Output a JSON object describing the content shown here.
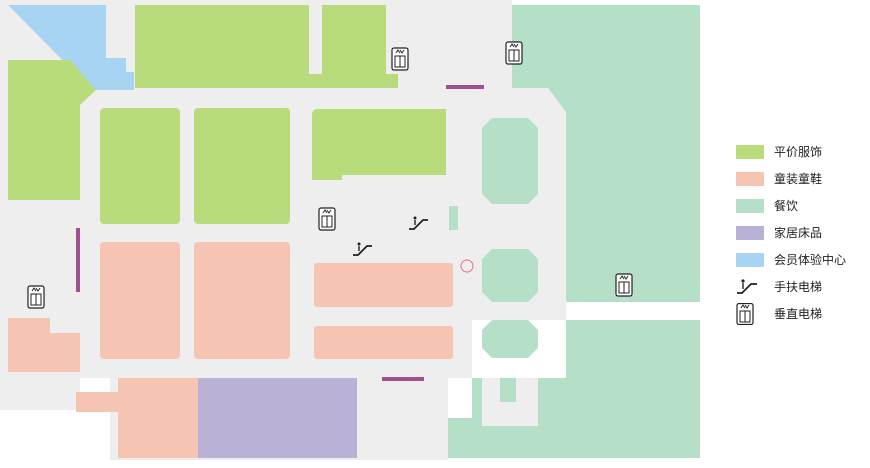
{
  "colors": {
    "clothing": "#b8dc7c",
    "kids": "#f5c4b2",
    "dining": "#b5dfc7",
    "home": "#b9b2d6",
    "member": "#a6d4f2",
    "walkway": "#eeeeee",
    "door": "#a0508c",
    "icon": "#222222"
  },
  "legend": {
    "items": [
      {
        "label": "平价服饰",
        "icon": "swatch",
        "color": "#b8dc7c"
      },
      {
        "label": "童装童鞋",
        "icon": "swatch",
        "color": "#f5c4b2"
      },
      {
        "label": "餐饮",
        "icon": "swatch",
        "color": "#b5dfc7"
      },
      {
        "label": "家居床品",
        "icon": "swatch",
        "color": "#b9b2d6"
      },
      {
        "label": "会员体验中心",
        "icon": "swatch",
        "color": "#a6d4f2"
      },
      {
        "label": "手扶电梯",
        "icon": "escalator-icon"
      },
      {
        "label": "垂直电梯",
        "icon": "elevator-icon"
      }
    ]
  }
}
